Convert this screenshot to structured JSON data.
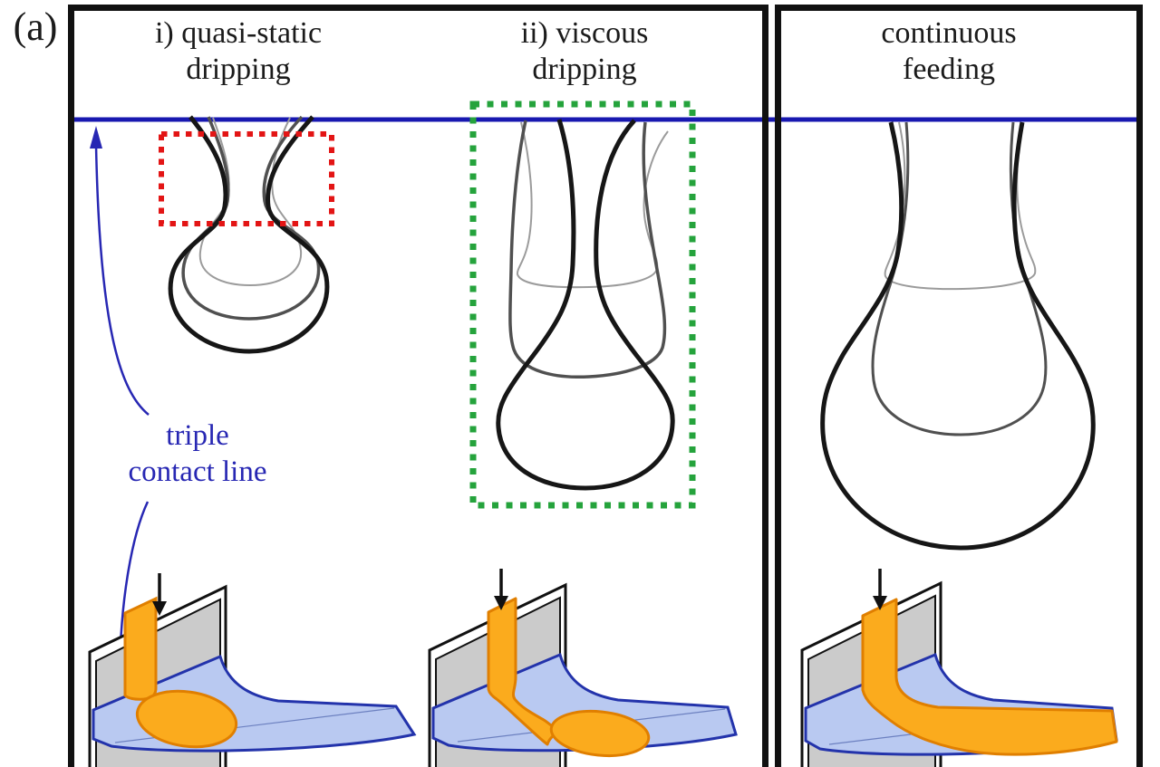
{
  "figure_label": "(a)",
  "panels": {
    "left": {
      "columns": [
        {
          "title_line1": "i) quasi-static",
          "title_line2": "dripping"
        },
        {
          "title_line1": "ii) viscous",
          "title_line2": "dripping"
        }
      ]
    },
    "right": {
      "title_line1": "continuous",
      "title_line2": "feeding"
    }
  },
  "annotation": {
    "label_line1": "triple",
    "label_line2": "contact line"
  },
  "colors": {
    "surface_blue": "#1818b0",
    "annotation_blue": "#2727b3",
    "frame_black": "#111111",
    "title_black": "#1b1b1b",
    "red_dotted": "#e31515",
    "green_dotted": "#25a33c",
    "profile_dark": "#161616",
    "profile_mid": "#505050",
    "profile_light": "#9b9b9b",
    "plate_gray": "#cbcbcb",
    "plate_edge": "#111111",
    "pool_fill": "#b9c9f1",
    "pool_edge": "#2333ab",
    "stream_fill": "#fbab1d",
    "stream_edge": "#e07f00",
    "arrow_black": "#111111",
    "background": "#ffffff"
  }
}
